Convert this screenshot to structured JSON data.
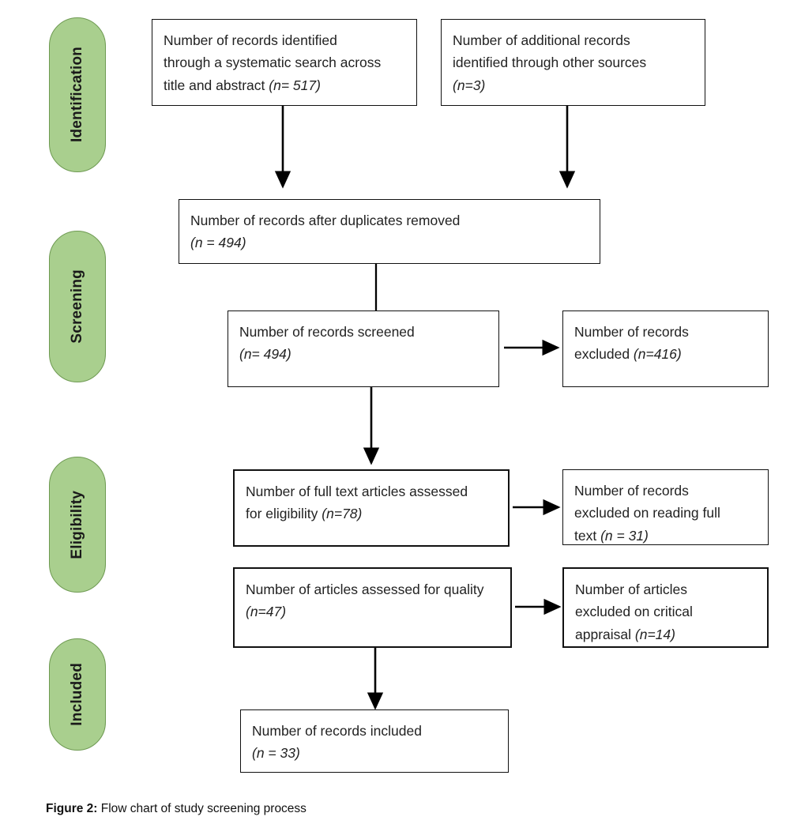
{
  "figure": {
    "caption_label": "Figure 2:",
    "caption_text": " Flow chart of study screening process"
  },
  "colors": {
    "stage_fill": "#a9cf8e",
    "stage_border": "#6e9a52",
    "box_border": "#111111",
    "box_fill": "#ffffff",
    "text": "#222222",
    "arrow": "#000000"
  },
  "stages": [
    {
      "id": "identification",
      "label": "Identification"
    },
    {
      "id": "screening",
      "label": "Screening"
    },
    {
      "id": "eligibility",
      "label": "Eligibility"
    },
    {
      "id": "included",
      "label": "Included"
    }
  ],
  "boxes": {
    "records_identified": {
      "line1": "Number of records identified",
      "line2": "through a systematic search across",
      "line3": "title and abstract ",
      "count": "(n= 517)"
    },
    "additional_records": {
      "line1": "Number of additional records",
      "line2": "identified through other sources",
      "count": "(n=3)"
    },
    "duplicates_removed": {
      "line1": "Number of records after duplicates removed",
      "count": "(n = 494)"
    },
    "records_screened": {
      "line1": "Number of records screened",
      "count": " (n= 494)"
    },
    "records_excluded": {
      "line1": "Number of records",
      "line2": "excluded ",
      "count": "(n=416)"
    },
    "full_text_assessed": {
      "line1": "Number of full text articles assessed",
      "line2": "for eligibility ",
      "count": "(n=78)"
    },
    "full_text_excluded": {
      "line1": "Number of records",
      "line2": "excluded on reading full",
      "line3": "text ",
      "count": "(n = 31)"
    },
    "quality_assessed": {
      "line1": "Number of articles assessed for quality",
      "count": "(n=47)"
    },
    "quality_excluded": {
      "line1": "Number of articles",
      "line2": "excluded on critical",
      "line3": "appraisal ",
      "count": "(n=14)"
    },
    "records_included": {
      "line1": "Number of records included",
      "count": "(n = 33)"
    }
  },
  "chart_data": {
    "type": "diagram",
    "title": "Flow chart of study screening process",
    "nodes": [
      {
        "id": "records_identified",
        "stage": "Identification",
        "text": "Number of records identified through a systematic search across title and abstract",
        "n": 517
      },
      {
        "id": "additional_records",
        "stage": "Identification",
        "text": "Number of additional records identified through other sources",
        "n": 3
      },
      {
        "id": "duplicates_removed",
        "stage": "Screening",
        "text": "Number of records after duplicates removed",
        "n": 494
      },
      {
        "id": "records_screened",
        "stage": "Screening",
        "text": "Number of records screened",
        "n": 494
      },
      {
        "id": "records_excluded",
        "stage": "Screening",
        "text": "Number of records excluded",
        "n": 416
      },
      {
        "id": "full_text_assessed",
        "stage": "Eligibility",
        "text": "Number of full text articles assessed for eligibility",
        "n": 78
      },
      {
        "id": "full_text_excluded",
        "stage": "Eligibility",
        "text": "Number of records excluded on reading full text",
        "n": 31
      },
      {
        "id": "quality_assessed",
        "stage": "Eligibility",
        "text": "Number of articles assessed for quality",
        "n": 47
      },
      {
        "id": "quality_excluded",
        "stage": "Eligibility",
        "text": "Number of articles excluded on critical appraisal",
        "n": 14
      },
      {
        "id": "records_included",
        "stage": "Included",
        "text": "Number of records included",
        "n": 33
      }
    ],
    "edges": [
      {
        "from": "records_identified",
        "to": "duplicates_removed",
        "direction": "down"
      },
      {
        "from": "additional_records",
        "to": "duplicates_removed",
        "direction": "down"
      },
      {
        "from": "duplicates_removed",
        "to": "records_screened",
        "direction": "down"
      },
      {
        "from": "records_screened",
        "to": "records_excluded",
        "direction": "right"
      },
      {
        "from": "records_screened",
        "to": "full_text_assessed",
        "direction": "down"
      },
      {
        "from": "full_text_assessed",
        "to": "full_text_excluded",
        "direction": "right"
      },
      {
        "from": "quality_assessed",
        "to": "quality_excluded",
        "direction": "right"
      },
      {
        "from": "quality_assessed",
        "to": "records_included",
        "direction": "down"
      }
    ]
  }
}
